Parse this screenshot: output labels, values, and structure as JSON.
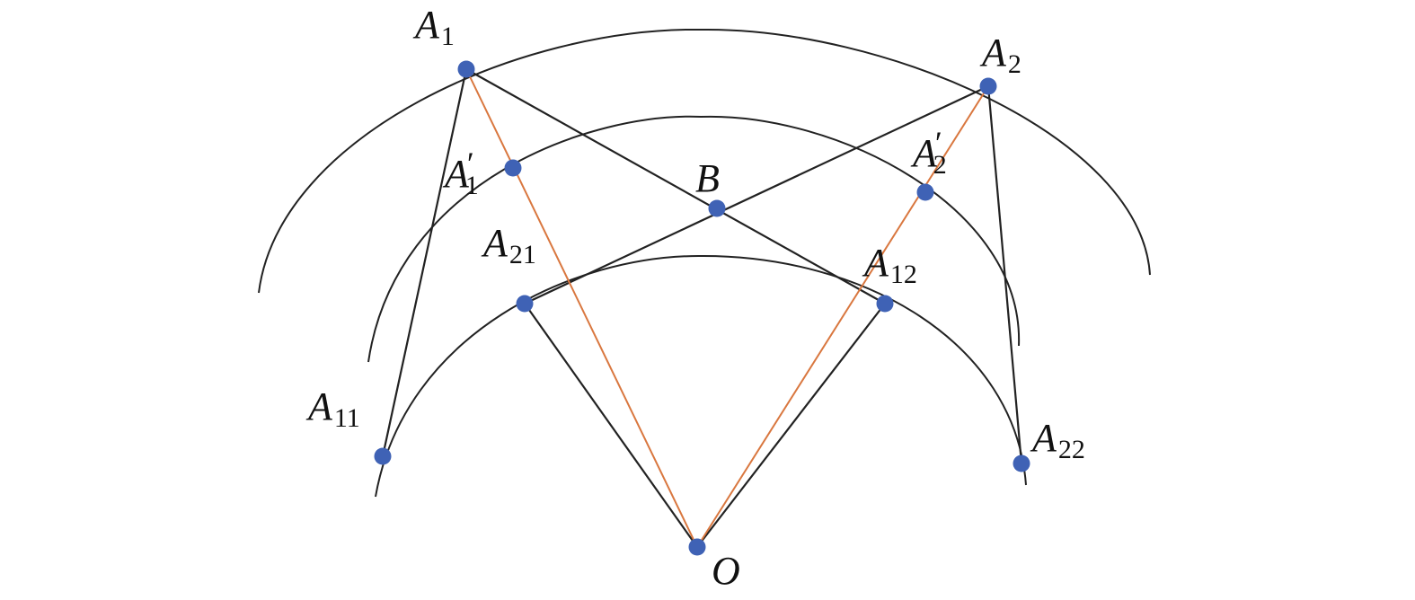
{
  "colors": {
    "curve": "#222222",
    "segment": "#222222",
    "ray": "#d9773f",
    "point": "#3f62b5"
  },
  "points": [
    {
      "id": "A1",
      "letter": "A",
      "sub": "1",
      "prime": ""
    },
    {
      "id": "A2",
      "letter": "A",
      "sub": "2",
      "prime": ""
    },
    {
      "id": "A1p",
      "letter": "A",
      "sub": "1",
      "prime": "′"
    },
    {
      "id": "A2p",
      "letter": "A",
      "sub": "2",
      "prime": "′"
    },
    {
      "id": "B",
      "letter": "B",
      "sub": "",
      "prime": ""
    },
    {
      "id": "A21",
      "letter": "A",
      "sub": "21",
      "prime": ""
    },
    {
      "id": "A12",
      "letter": "A",
      "sub": "12",
      "prime": ""
    },
    {
      "id": "A11",
      "letter": "A",
      "sub": "11",
      "prime": ""
    },
    {
      "id": "A22",
      "letter": "A",
      "sub": "22",
      "prime": ""
    },
    {
      "id": "O",
      "letter": "O",
      "sub": "",
      "prime": ""
    }
  ],
  "segments": [
    {
      "from": "A1",
      "to": "A11",
      "style": "segment"
    },
    {
      "from": "A1",
      "to": "A12",
      "style": "segment"
    },
    {
      "from": "A2",
      "to": "A21",
      "style": "segment"
    },
    {
      "from": "A2",
      "to": "A22",
      "style": "segment"
    },
    {
      "from": "O",
      "to": "A21",
      "style": "segment"
    },
    {
      "from": "O",
      "to": "A12",
      "style": "segment"
    },
    {
      "from": "O",
      "to": "A1",
      "style": "ray"
    },
    {
      "from": "O",
      "to": "A2",
      "style": "ray"
    }
  ]
}
